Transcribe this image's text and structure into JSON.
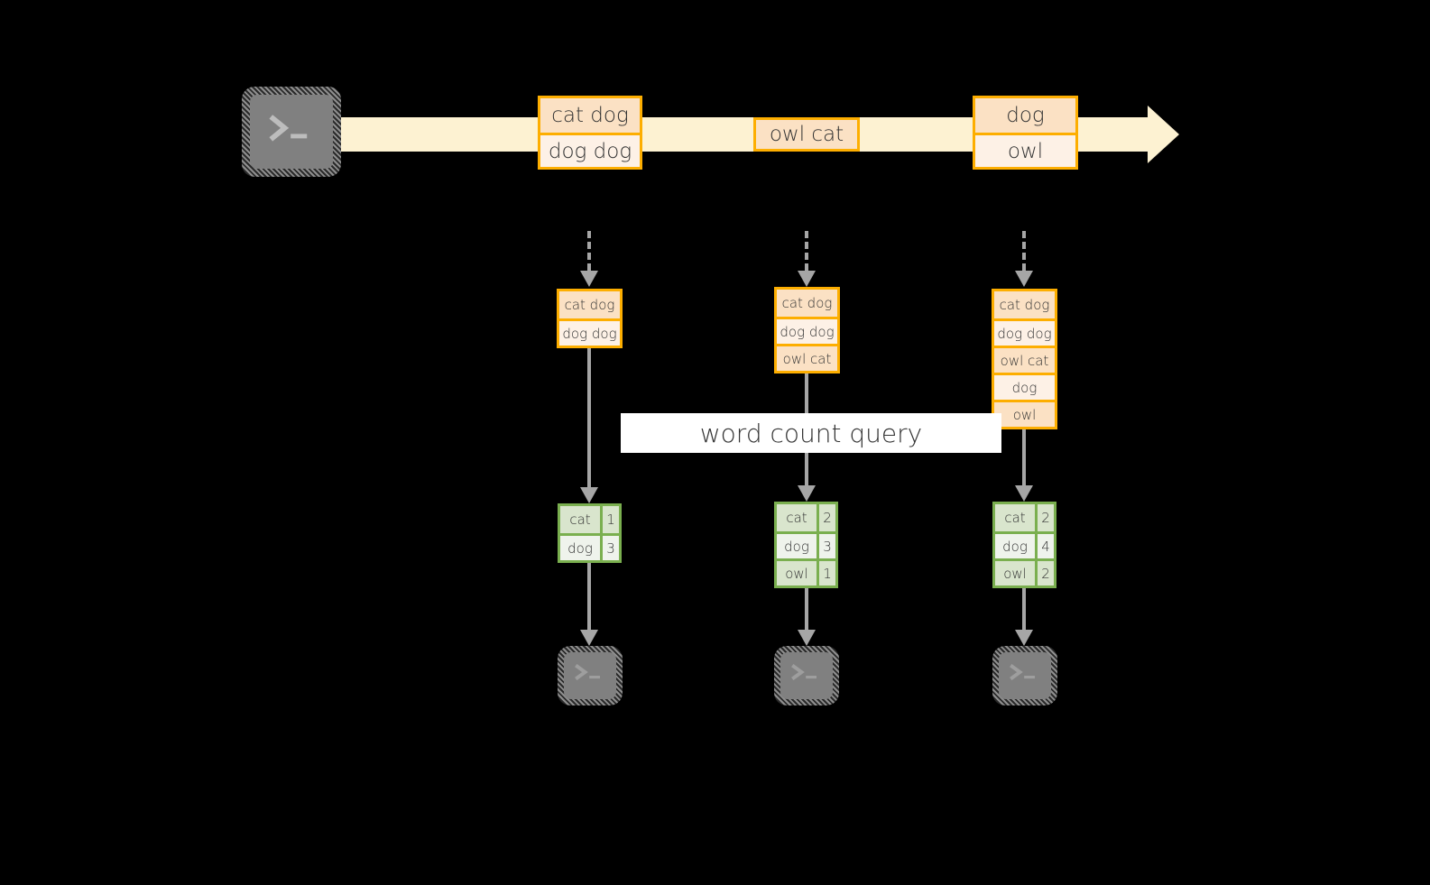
{
  "palette": {
    "background": "#000000",
    "event_border": "#fdae00",
    "event_fill_dark": "#fbe1c4",
    "event_fill_light": "#fdf1e6",
    "timeline_fill": "#fdf2d2",
    "result_border": "#7aaf4f",
    "result_fill_dark": "#d9e5cd",
    "result_fill_light": "#eff3ec",
    "arrow": "#a6a6a6",
    "terminal_fill": "#808080",
    "banner_fill": "#ffffff",
    "text": "#333333"
  },
  "producer": {
    "icon": "terminal-prompt-icon",
    "prompt": ">_"
  },
  "timeline": {
    "icon": "right-arrow-icon",
    "events": [
      {
        "lines": [
          "cat dog",
          "dog dog"
        ]
      },
      {
        "lines": [
          "owl cat"
        ]
      },
      {
        "lines": [
          "dog",
          "owl"
        ]
      }
    ]
  },
  "query": {
    "label": "word count query"
  },
  "columns": [
    {
      "stack_title": "stream-state-1",
      "stack": [
        "cat dog",
        "dog dog"
      ],
      "result": [
        {
          "word": "cat",
          "count": "1"
        },
        {
          "word": "dog",
          "count": "3"
        }
      ],
      "consumer": {
        "icon": "terminal-prompt-icon",
        "prompt": ">_"
      }
    },
    {
      "stack_title": "stream-state-2",
      "stack": [
        "cat dog",
        "dog dog",
        "owl cat"
      ],
      "result": [
        {
          "word": "cat",
          "count": "2"
        },
        {
          "word": "dog",
          "count": "3"
        },
        {
          "word": "owl",
          "count": "1"
        }
      ],
      "consumer": {
        "icon": "terminal-prompt-icon",
        "prompt": ">_"
      }
    },
    {
      "stack_title": "stream-state-3",
      "stack": [
        "cat dog",
        "dog dog",
        "owl cat",
        "dog",
        "owl"
      ],
      "result": [
        {
          "word": "cat",
          "count": "2"
        },
        {
          "word": "dog",
          "count": "4"
        },
        {
          "word": "owl",
          "count": "2"
        }
      ],
      "consumer": {
        "icon": "terminal-prompt-icon",
        "prompt": ">_"
      }
    }
  ]
}
